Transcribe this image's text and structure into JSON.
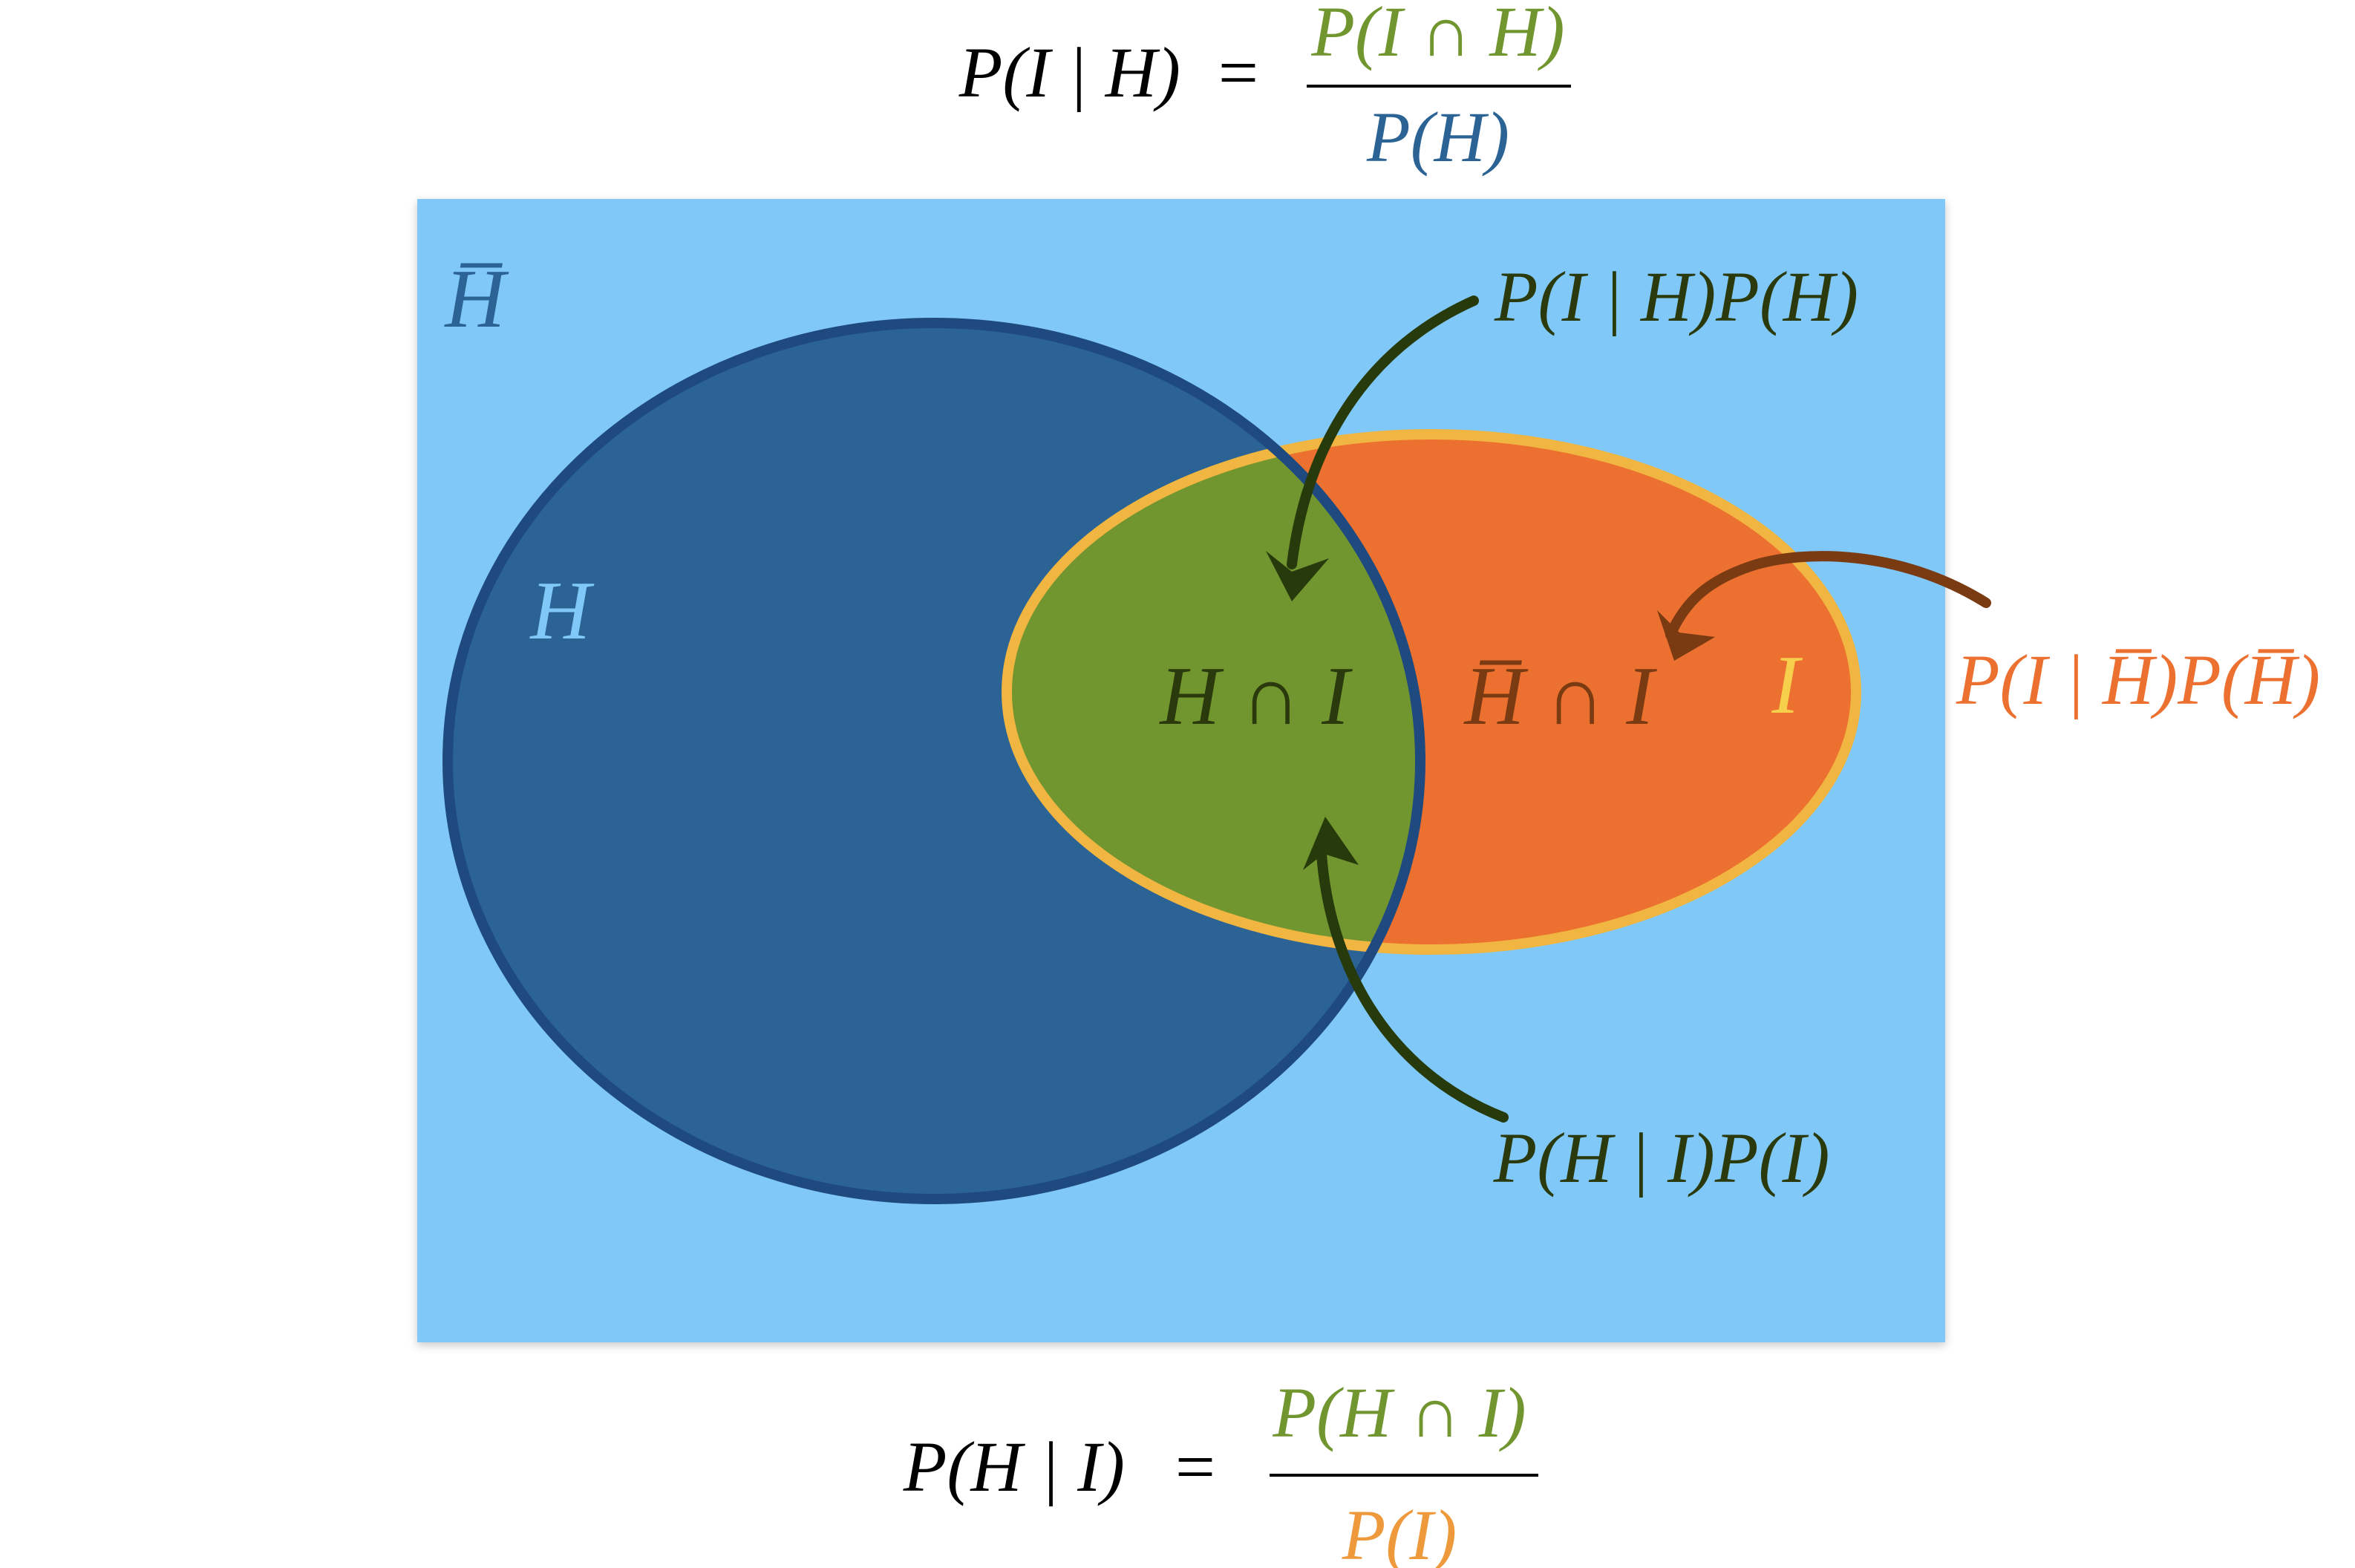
{
  "top_formula": {
    "lhs": "P(I | H)",
    "equals": "=",
    "numerator": "P(I ∩ H)",
    "denominator": "P(H)"
  },
  "bottom_formula": {
    "lhs": "P(H | I)",
    "equals": "=",
    "numerator": "P(H ∩ I)",
    "denominator": "P(I)"
  },
  "venn": {
    "universe_label": "H̅",
    "set_h_label": "H",
    "set_i_label": "I",
    "intersection_label": "H ∩ I",
    "complement_intersection_label": "H̅ ∩ I"
  },
  "annotations": {
    "prob_i_given_h_times_h": "P(I | H)P(H)",
    "prob_h_given_i_times_i": "P(H | I)P(I)",
    "prob_i_given_not_h_times_not_h": "P(I | H̅)P(H̅)"
  },
  "colors": {
    "background": "#ffffff",
    "universe": "#80c8f7",
    "set_h_fill": "#2b6394",
    "set_h_stroke": "#1f4a80",
    "set_i_fill": "#ec702f",
    "set_i_stroke": "#f1b541",
    "intersection": "#72962f",
    "formula_black": "#000000",
    "formula_green": "#72962f",
    "top_denominator_blue": "#2b6394",
    "bottom_denominator_orange": "#ee9a3c",
    "h_label_lightblue": "#80c8f7",
    "i_label_yellow": "#f6d04c",
    "intersection_label_dark": "#2a3a0c",
    "complement_label_brown": "#7a3a12",
    "arrow_dark": "#263a0c",
    "arrow_brown": "#7a3a12",
    "orange_annotation": "#ec702f",
    "universe_label": "#2b6394"
  }
}
